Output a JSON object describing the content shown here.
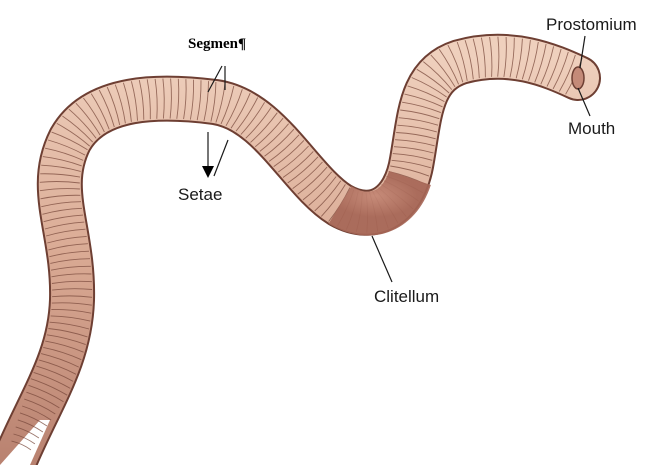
{
  "labels": {
    "segment": "Segmen¶",
    "setae": "Setae",
    "prostomium": "Prostomium",
    "mouth": "Mouth",
    "clitellum": "Clitellum"
  },
  "colors": {
    "body_light": "#e3bba4",
    "body_mid": "#cf9c84",
    "body_dark": "#8c5a4a",
    "ring_line": "#7a4a3c",
    "clitellum": "#b8766a"
  }
}
